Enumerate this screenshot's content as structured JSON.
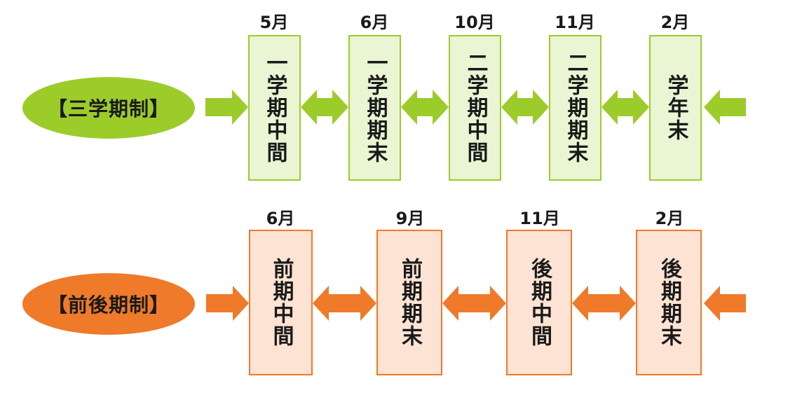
{
  "colors": {
    "green_fill": "#9ccc2a",
    "green_box_fill": "#eaf5d3",
    "green_box_border": "#9ccc2a",
    "orange_fill": "#ee7a2a",
    "orange_box_fill": "#fde3d3",
    "orange_box_border": "#ee7a2a"
  },
  "trimester": {
    "label": "【三学期制】",
    "boxes": [
      {
        "month": "5月",
        "text": "一学期中間"
      },
      {
        "month": "6月",
        "text": "一学期期末"
      },
      {
        "month": "10月",
        "text": "二学期中間"
      },
      {
        "month": "11月",
        "text": "二学期期末"
      },
      {
        "month": "2月",
        "text": "学年末"
      }
    ]
  },
  "semester": {
    "label": "【前後期制】",
    "boxes": [
      {
        "month": "6月",
        "text": "前期中間"
      },
      {
        "month": "9月",
        "text": "前期期末"
      },
      {
        "month": "11月",
        "text": "後期中間"
      },
      {
        "month": "2月",
        "text": "後期期末"
      }
    ]
  }
}
